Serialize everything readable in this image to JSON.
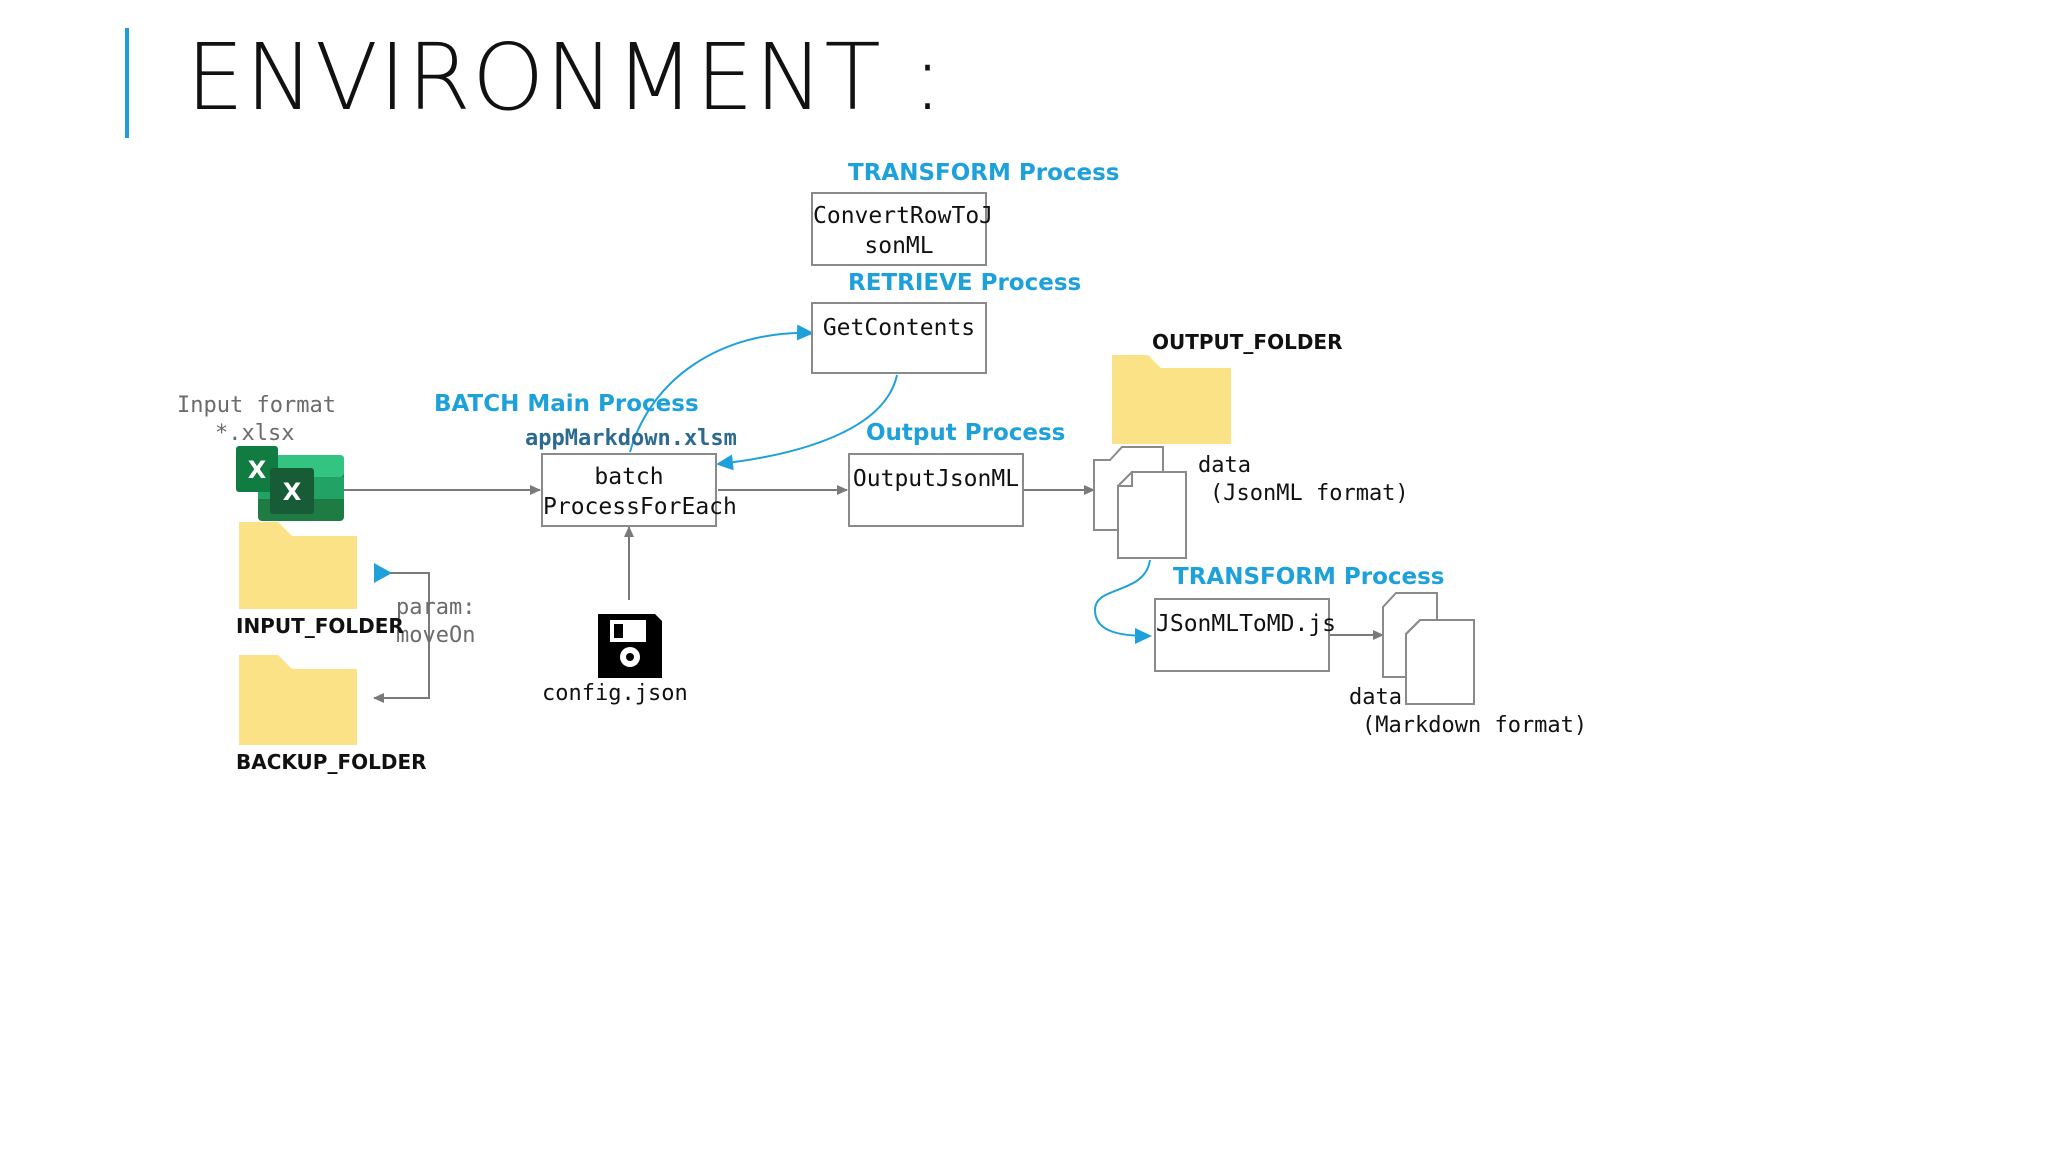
{
  "slide": {
    "title": "ENVIRONMENT :",
    "accent_color": "#1f9dd9"
  },
  "labels": {
    "transform_process_top": "TRANSFORM Process",
    "retrieve_process": "RETRIEVE Process",
    "batch_main_process": "BATCH Main Process",
    "output_process": "Output Process",
    "transform_process_bottom": "TRANSFORM Process",
    "app_file": "appMarkdown.xlsm",
    "input_format_line1": "Input format",
    "input_format_line2": "*.xlsx",
    "param_line1": "param:",
    "param_line2": "moveOn",
    "config_file": "config.json",
    "output_folder": "OUTPUT_FOLDER",
    "input_folder": "INPUT_FOLDER",
    "backup_folder": "BACKUP_FOLDER",
    "data_jsonml_line1": "data",
    "data_jsonml_line2": "(JsonML format)",
    "data_md_line1": "data",
    "data_md_line2": "(Markdown format)"
  },
  "boxes": {
    "convert_line1": "ConvertRowToJ",
    "convert_line2": "sonML",
    "get_contents": "GetContents",
    "batch_line1": "batch",
    "batch_line2": "ProcessForEach",
    "output_jsonml": "OutputJsonML",
    "jsonml_to_md": "JSonMLToMD.js"
  },
  "icons": {
    "excel": "excel-icon",
    "folder": "folder-icon",
    "document": "document-icon",
    "floppy": "floppy-disk-icon"
  },
  "colors": {
    "process_label": "#1ea1db",
    "arrow_blue": "#1ea1db",
    "arrow_gray": "#7a7a7a",
    "folder": "#fbe286",
    "excel_green": "#1d7b43"
  }
}
